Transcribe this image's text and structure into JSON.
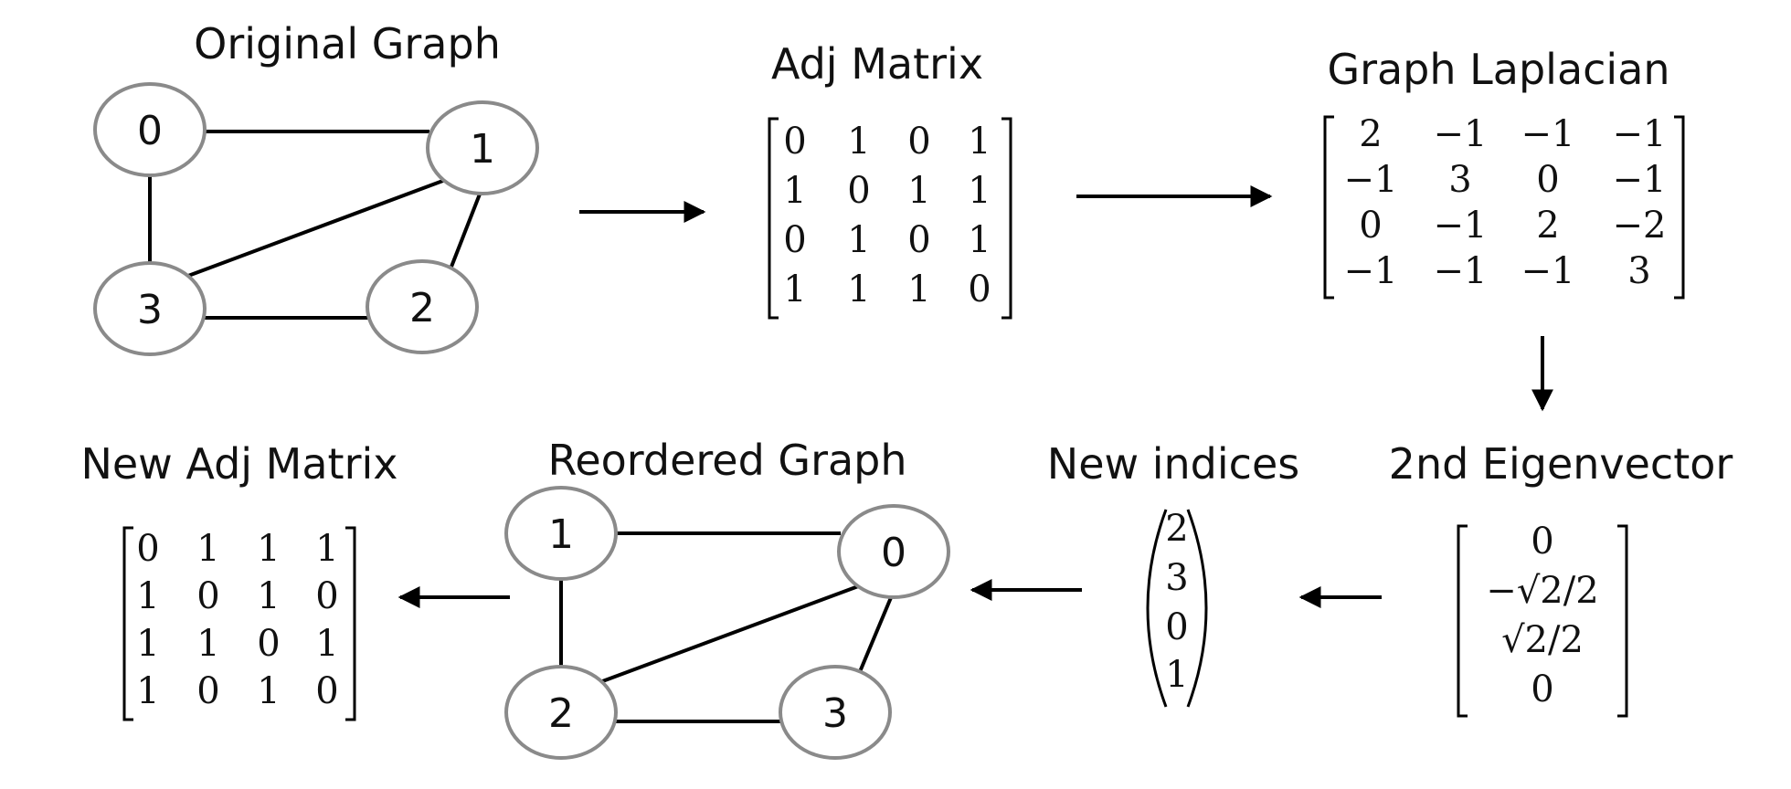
{
  "titles": {
    "original_graph": "Original Graph",
    "adj_matrix": "Adj Matrix",
    "graph_laplacian": "Graph Laplacian",
    "eigenvector": "2nd Eigenvector",
    "new_indices": "New indices",
    "reordered_graph": "Reordered Graph",
    "new_adj_matrix": "New Adj Matrix"
  },
  "original_graph": {
    "nodes": [
      "0",
      "1",
      "2",
      "3"
    ],
    "edges": [
      [
        "0",
        "1"
      ],
      [
        "0",
        "3"
      ],
      [
        "1",
        "3"
      ],
      [
        "1",
        "2"
      ],
      [
        "2",
        "3"
      ]
    ]
  },
  "reordered_graph": {
    "nodes": [
      "0",
      "1",
      "2",
      "3"
    ],
    "edges": [
      [
        "1",
        "0"
      ],
      [
        "1",
        "2"
      ],
      [
        "2",
        "0"
      ],
      [
        "0",
        "3"
      ],
      [
        "2",
        "3"
      ]
    ]
  },
  "adj_matrix": [
    [
      "0",
      "1",
      "0",
      "1"
    ],
    [
      "1",
      "0",
      "1",
      "1"
    ],
    [
      "0",
      "1",
      "0",
      "1"
    ],
    [
      "1",
      "1",
      "1",
      "0"
    ]
  ],
  "laplacian": [
    [
      "2",
      "−1",
      "−1",
      "−1"
    ],
    [
      "−1",
      "3",
      "0",
      "−1"
    ],
    [
      "0",
      "−1",
      "2",
      "−2"
    ],
    [
      "−1",
      "−1",
      "−1",
      "3"
    ]
  ],
  "eigenvector": [
    "0",
    "−√2/2",
    "√2/2",
    "0"
  ],
  "new_indices": [
    "2",
    "3",
    "0",
    "1"
  ],
  "new_adj_matrix": [
    [
      "0",
      "1",
      "1",
      "1"
    ],
    [
      "1",
      "0",
      "1",
      "0"
    ],
    [
      "1",
      "1",
      "0",
      "1"
    ],
    [
      "1",
      "0",
      "1",
      "0"
    ]
  ]
}
